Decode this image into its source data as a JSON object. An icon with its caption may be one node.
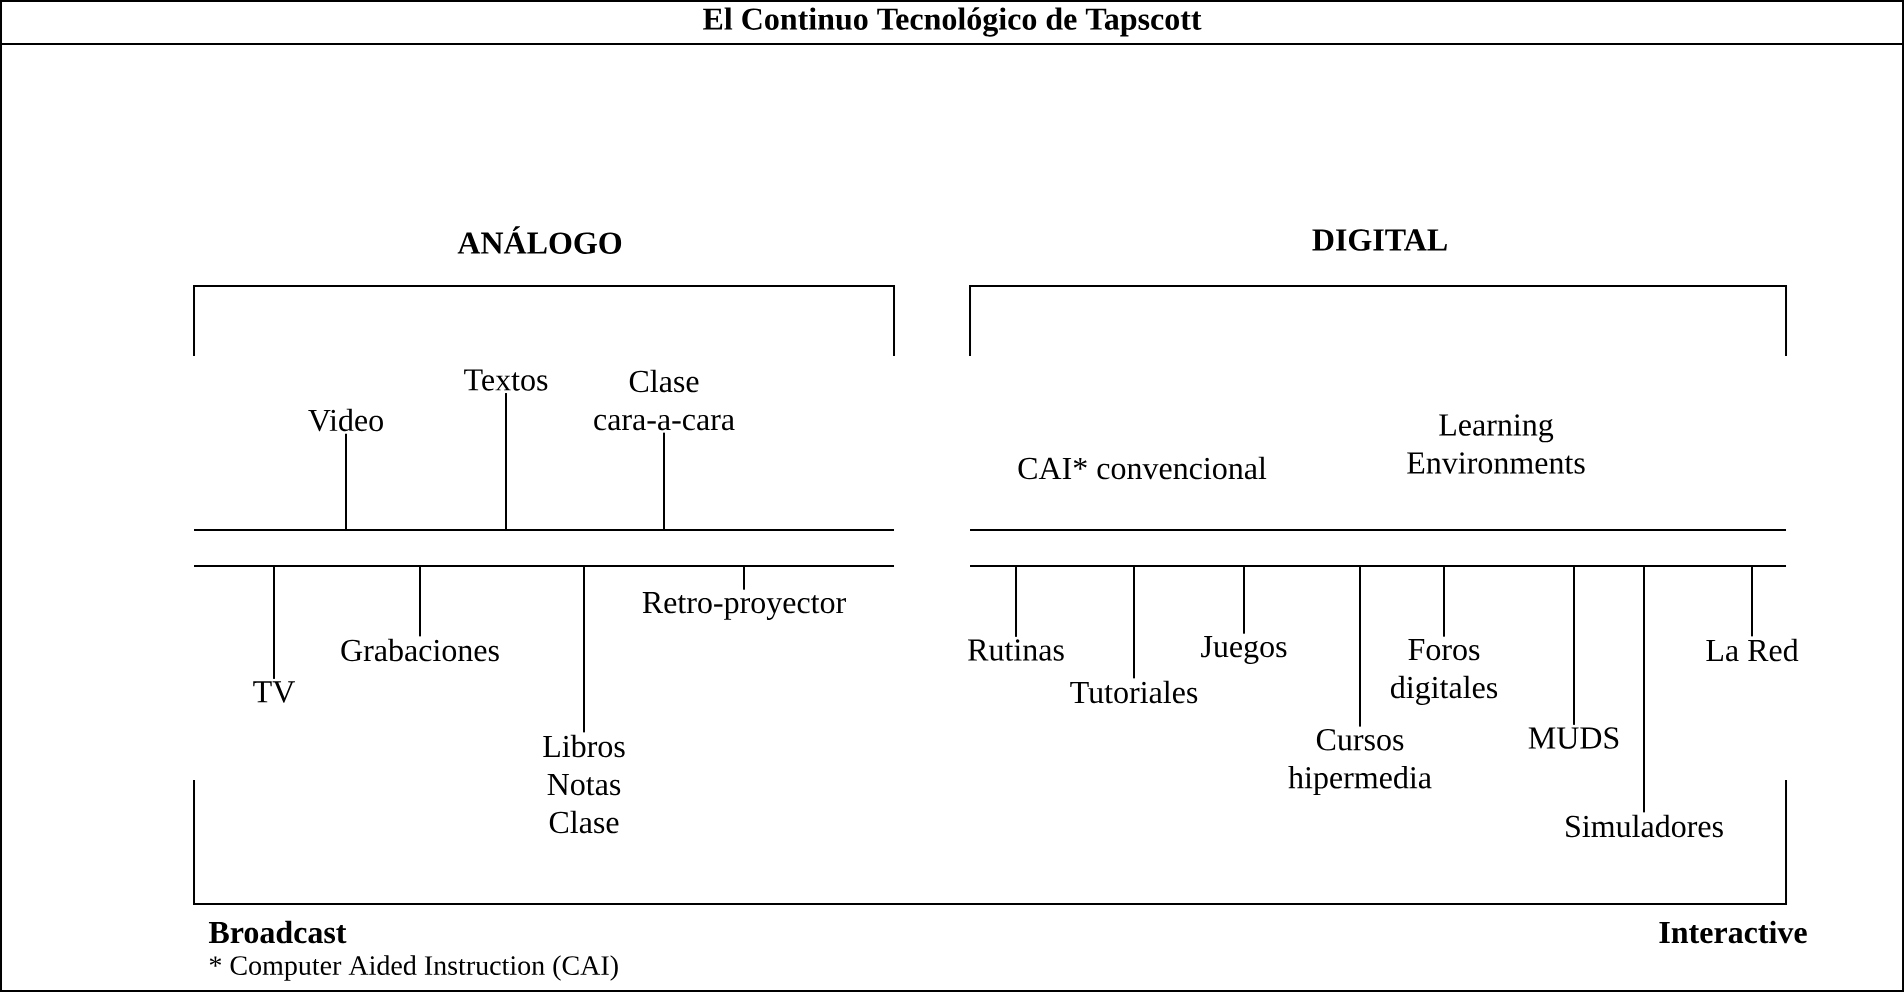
{
  "diagram": {
    "title": "El Continuo Tecnológico de Tapscott",
    "nodes": [
      {
        "text": [
          "Textos"
        ]
      },
      {
        "text": [
          "Clase cara-a-cara"
        ]
      },
      {
        "text": [
          "Video"
        ]
      },
      {
        "text": [],
        "shape": "bar"
      },
      {
        "text": [],
        "shape": "bar"
      },
      {
        "text": [],
        "shape": "bar"
      },
      {
        "text": [],
        "shape": "bar"
      },
      {
        "text": [
          "Retro-proyector"
        ]
      },
      {
        "text": [
          "Grabaciones"
        ]
      },
      {
        "text": [
          "Rutinas"
        ]
      },
      {
        "text": [
          "Juegos"
        ]
      },
      {
        "text": [
          "Foros digitales"
        ]
      },
      {
        "text": [
          "La Red"
        ]
      },
      {
        "text": [
          "TV"
        ]
      },
      {
        "text": [
          "Tutoriales"
        ]
      },
      {
        "text": [
          "Libros Notas Clase"
        ]
      },
      {
        "text": [
          "Cursos hipermedia"
        ]
      },
      {
        "text": [
          "MUDS"
        ]
      },
      {
        "text": [
          "Simuladores"
        ]
      }
    ],
    "edges": [
      {
        "from": 0,
        "to": 3,
        "arrow": "none"
      },
      {
        "from": 1,
        "to": 3,
        "arrow": "none"
      },
      {
        "from": 2,
        "to": 3,
        "arrow": "none"
      },
      {
        "from": 7,
        "to": 5,
        "arrow": "none"
      },
      {
        "from": 8,
        "to": 5,
        "arrow": "none"
      },
      {
        "from": 13,
        "to": 5,
        "arrow": "none"
      },
      {
        "from": 15,
        "to": 5,
        "arrow": "none"
      },
      {
        "from": 9,
        "to": 6,
        "arrow": "none"
      },
      {
        "from": 10,
        "to": 6,
        "arrow": "none"
      },
      {
        "from": 11,
        "to": 6,
        "arrow": "none"
      },
      {
        "from": 12,
        "to": 6,
        "arrow": "none"
      },
      {
        "from": 14,
        "to": 6,
        "arrow": "none"
      },
      {
        "from": 16,
        "to": 6,
        "arrow": "none"
      },
      {
        "from": 17,
        "to": 6,
        "arrow": "none"
      },
      {
        "from": 18,
        "to": 6,
        "arrow": "none"
      }
    ],
    "labels": [
      "ANÁLOGO",
      "DIGITAL",
      "CAI* convencional",
      "Learning Environments",
      "Broadcast",
      "Interactive",
      "* Computer Aided Instruction (CAI)"
    ]
  }
}
